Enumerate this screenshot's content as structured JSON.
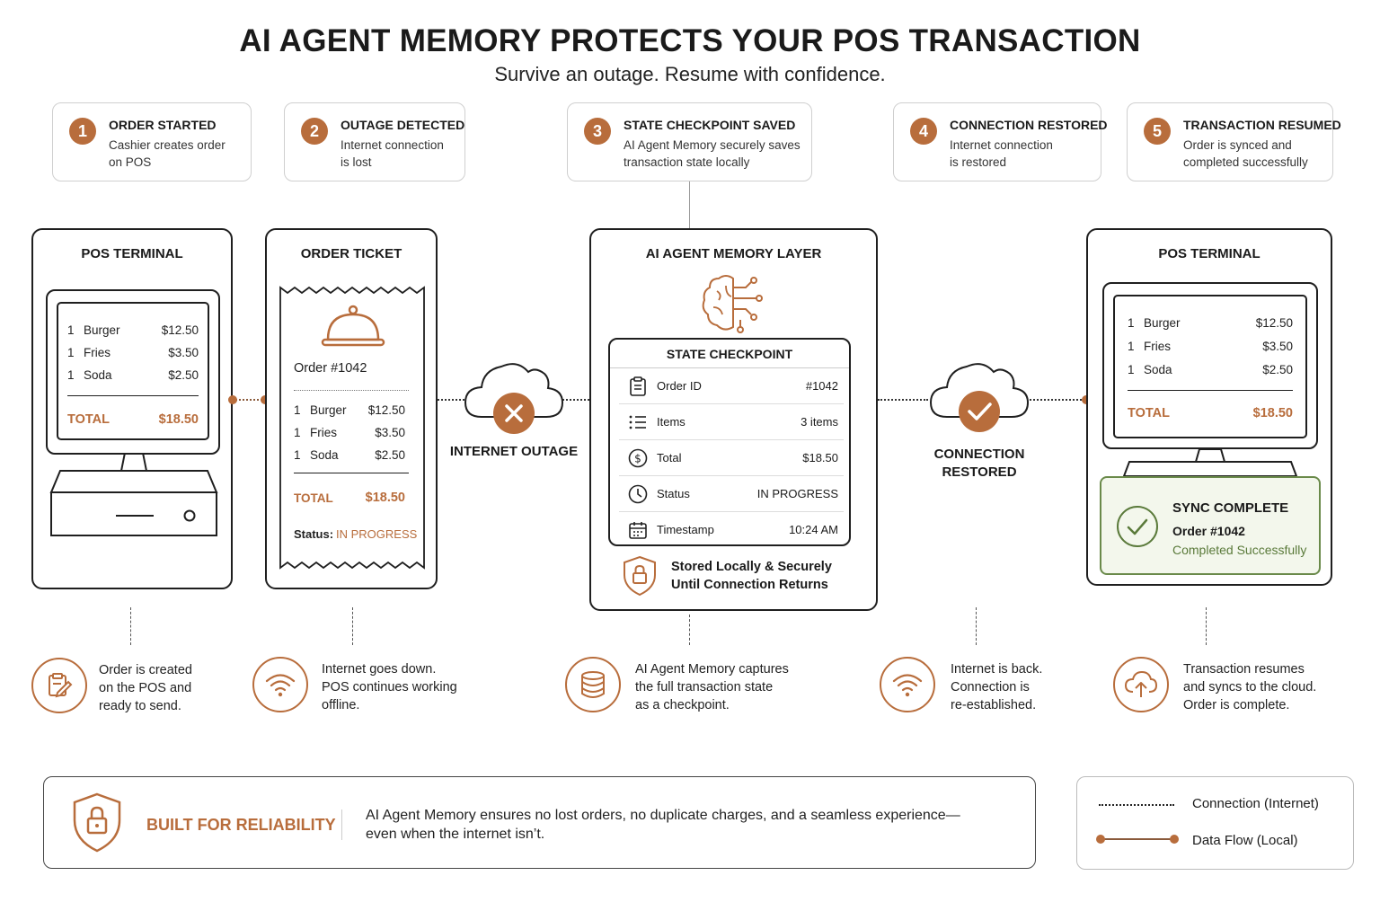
{
  "header": {
    "title": "AI AGENT MEMORY PROTECTS YOUR POS TRANSACTION",
    "subtitle": "Survive an outage. Resume with confidence."
  },
  "steps": [
    {
      "num": "1",
      "title": "ORDER STARTED",
      "line1": "Cashier creates order",
      "line2": "on POS"
    },
    {
      "num": "2",
      "title": "OUTAGE DETECTED",
      "line1": "Internet connection",
      "line2": "is lost"
    },
    {
      "num": "3",
      "title": "STATE CHECKPOINT SAVED",
      "line1": "AI Agent Memory securely saves",
      "line2": "transaction state locally"
    },
    {
      "num": "4",
      "title": "CONNECTION RESTORED",
      "line1": "Internet connection",
      "line2": "is restored"
    },
    {
      "num": "5",
      "title": "TRANSACTION RESUMED",
      "line1": "Order is synced and",
      "line2": "completed successfully"
    }
  ],
  "pos_left": {
    "header": "POS TERMINAL",
    "items": [
      {
        "qty": "1",
        "name": "Burger",
        "price": "$12.50"
      },
      {
        "qty": "1",
        "name": "Fries",
        "price": "$3.50"
      },
      {
        "qty": "1",
        "name": "Soda",
        "price": "$2.50"
      }
    ],
    "total_label": "TOTAL",
    "total_value": "$18.50"
  },
  "ticket": {
    "header": "ORDER TICKET",
    "order": "Order #1042",
    "items": [
      {
        "qty": "1",
        "name": "Burger",
        "price": "$12.50"
      },
      {
        "qty": "1",
        "name": "Fries",
        "price": "$3.50"
      },
      {
        "qty": "1",
        "name": "Soda",
        "price": "$2.50"
      }
    ],
    "total_label": "TOTAL",
    "total_value": "$18.50",
    "status_label": "Status:",
    "status_value": "IN PROGRESS"
  },
  "outage": {
    "label": "INTERNET OUTAGE"
  },
  "memory": {
    "header": "AI AGENT MEMORY LAYER",
    "checkpoint_title": "STATE CHECKPOINT",
    "rows": [
      {
        "icon": "clipboard-icon",
        "label": "Order ID",
        "value": "#1042"
      },
      {
        "icon": "list-icon",
        "label": "Items",
        "value": "3 items"
      },
      {
        "icon": "dollar-icon",
        "label": "Total",
        "value": "$18.50"
      },
      {
        "icon": "clock-icon",
        "label": "Status",
        "value": "IN PROGRESS"
      },
      {
        "icon": "calendar-icon",
        "label": "Timestamp",
        "value": "10:24 AM"
      }
    ],
    "stored_line1": "Stored Locally & Securely",
    "stored_line2": "Until Connection Returns"
  },
  "restored": {
    "line1": "CONNECTION",
    "line2": "RESTORED"
  },
  "pos_right": {
    "header": "POS TERMINAL",
    "items": [
      {
        "qty": "1",
        "name": "Burger",
        "price": "$12.50"
      },
      {
        "qty": "1",
        "name": "Fries",
        "price": "$3.50"
      },
      {
        "qty": "1",
        "name": "Soda",
        "price": "$2.50"
      }
    ],
    "total_label": "TOTAL",
    "total_value": "$18.50",
    "sync_title": "SYNC COMPLETE",
    "sync_order": "Order #1042",
    "sync_status": "Completed Successfully"
  },
  "bottom_steps": [
    {
      "icon": "clipboard-edit-icon",
      "line1": "Order is created",
      "line2": "on the POS and",
      "line3": "ready to send."
    },
    {
      "icon": "wifi-icon",
      "line1": "Internet goes down.",
      "line2": "POS continues working",
      "line3": "offline."
    },
    {
      "icon": "database-icon",
      "line1": "AI Agent Memory captures",
      "line2": "the full transaction state",
      "line3": "as a checkpoint."
    },
    {
      "icon": "wifi-icon",
      "line1": "Internet is back.",
      "line2": "Connection is",
      "line3": "re-established."
    },
    {
      "icon": "cloud-upload-icon",
      "line1": "Transaction resumes",
      "line2": "and syncs to the cloud.",
      "line3": "Order is complete."
    }
  ],
  "reliability": {
    "title": "BUILT FOR RELIABILITY",
    "line1": "AI Agent Memory ensures no lost orders, no duplicate charges, and a seamless experience—",
    "line2": "even when the internet isn’t."
  },
  "legend": {
    "connection": "Connection (Internet)",
    "dataflow": "Data Flow (Local)"
  },
  "colors": {
    "accent": "#b86d3c",
    "success": "#5a7a3a",
    "success_bg": "#f3f7ec"
  }
}
